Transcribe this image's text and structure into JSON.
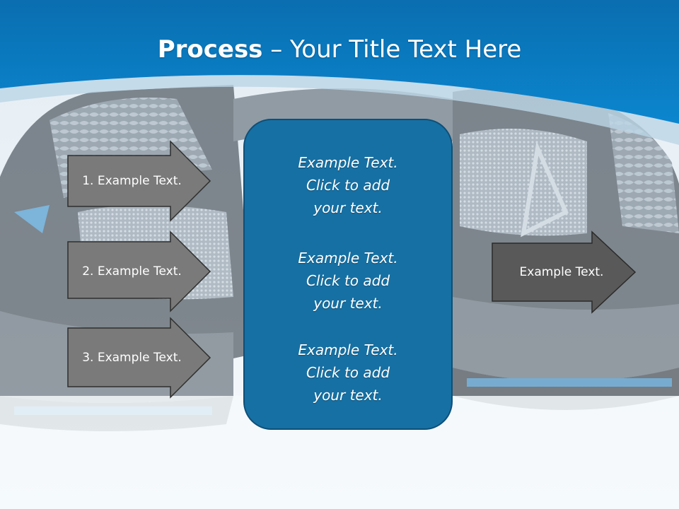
{
  "slide": {
    "title_bold": "Process",
    "title_rest": " – Your Title Text Here"
  },
  "left_steps": [
    {
      "label": "1. Example Text."
    },
    {
      "label": "2. Example Text."
    },
    {
      "label": "3. Example Text."
    }
  ],
  "center_box": {
    "paragraphs": [
      {
        "line1": "Example Text.",
        "line2": "Click  to add",
        "line3": "your text."
      },
      {
        "line1": "Example Text.",
        "line2": "Click  to add",
        "line3": "your text."
      },
      {
        "line1": "Example Text.",
        "line2": "Click  to add",
        "line3": "your text."
      }
    ]
  },
  "right_output": {
    "label": "Example Text."
  },
  "colors": {
    "header_blue": "#0a78bf",
    "box_blue": "#1670a3",
    "arrow_gray": "#7a7a7a",
    "arrow_dark": "#595959"
  }
}
